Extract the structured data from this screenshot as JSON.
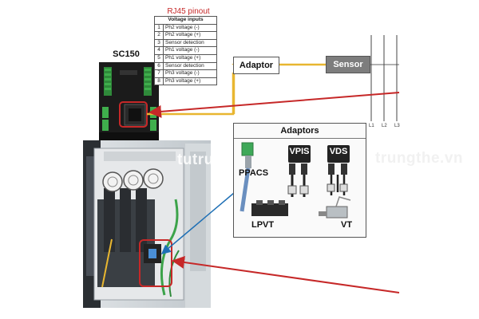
{
  "rj45": {
    "title": "RJ45 pinout",
    "header": "Voltage inputs",
    "pins": [
      {
        "num": "1",
        "desc": "Ph2 voltage (-)"
      },
      {
        "num": "2",
        "desc": "Ph2 voltage (+)"
      },
      {
        "num": "3",
        "desc": "Sensor detection"
      },
      {
        "num": "4",
        "desc": "Ph1 voltage (-)"
      },
      {
        "num": "5",
        "desc": "Ph1 voltage (+)"
      },
      {
        "num": "6",
        "desc": "Sensor detection"
      },
      {
        "num": "7",
        "desc": "Ph3 voltage (-)"
      },
      {
        "num": "8",
        "desc": "Ph3 voltage (+)"
      }
    ]
  },
  "device": {
    "name": "SC150"
  },
  "chain": {
    "adaptor": "Adaptor",
    "sensor": "Sensor"
  },
  "lines": [
    "L1",
    "L2",
    "L3"
  ],
  "adaptors": {
    "title": "Adaptors",
    "items": {
      "ppacs": "PPACS",
      "vpis": "VPIS",
      "vds": "VDS",
      "lpvt": "LPVT",
      "vt": "VT"
    }
  },
  "watermark": {
    "left": "tutrung",
    "middle": "tutrung",
    "right": "trungthe.vn"
  },
  "colors": {
    "pointer_arrow": "#c62828",
    "adaptor_arrow": "#1e6fb5",
    "cable": "#e8b630",
    "highlight": "#c62828"
  }
}
